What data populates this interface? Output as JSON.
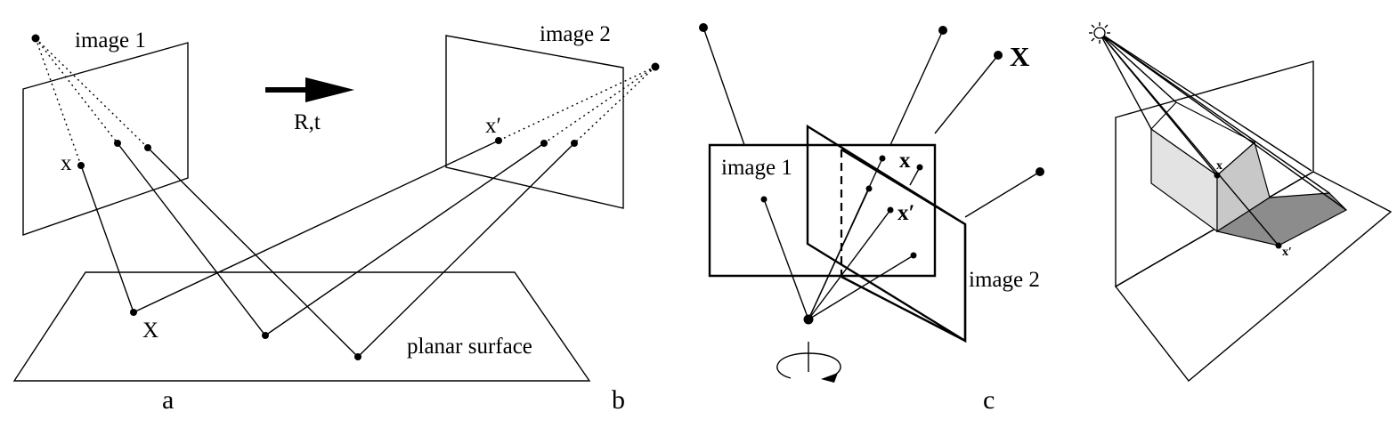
{
  "panel_a": {
    "image1_label": "image 1",
    "x_label": "x",
    "X_label": "X",
    "surface_label": "planar surface",
    "motion_label": "R,t",
    "caption": "a"
  },
  "panel_b": {
    "image2_label": "image 2",
    "xprime_label": "x′",
    "caption": "b"
  },
  "panel_c": {
    "image1_label": "image 1",
    "image2_label": "image 2",
    "X_label": "X",
    "x_label": "x",
    "xprime_label": "x′",
    "caption": "c"
  },
  "panel_d": {
    "x_label": "x",
    "xprime_label": "x′"
  }
}
